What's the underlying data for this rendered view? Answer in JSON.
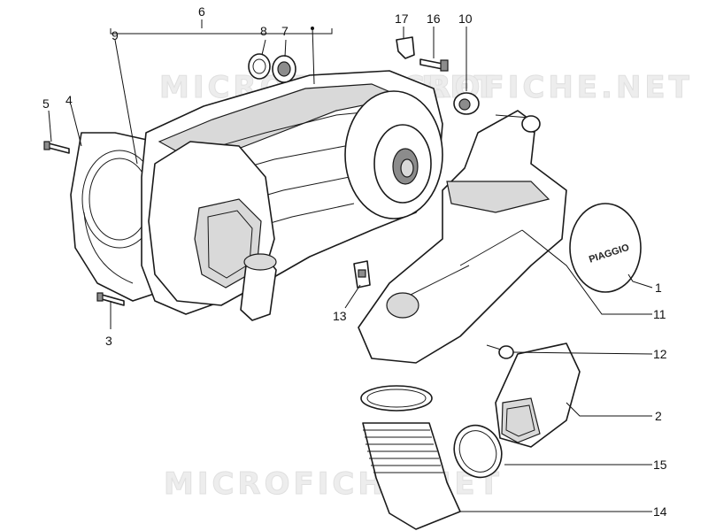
{
  "watermark": "MICROFICHE.NET",
  "cover_brand": "PIAGGIO",
  "callouts": {
    "c1": "1",
    "c2": "2",
    "c3": "3",
    "c4": "4",
    "c5": "5",
    "c6": "6",
    "c7": "7",
    "c8": "8",
    "c9": "9",
    "c10": "10",
    "c11": "11",
    "c12": "12",
    "c13": "13",
    "c14": "14",
    "c15": "15",
    "c16": "16",
    "c17": "17"
  }
}
